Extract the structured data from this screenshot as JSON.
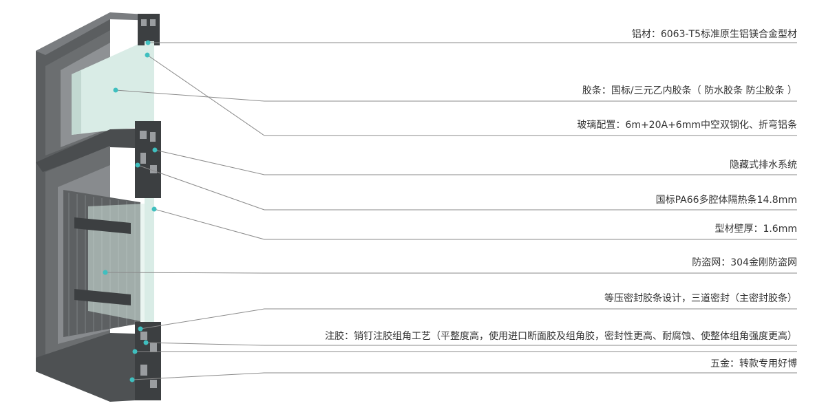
{
  "colors": {
    "frame": "#5b5e60",
    "frame_dark": "#3c3f41",
    "glass": "#d9ece6",
    "marker": "#3fbfbf",
    "line": "#8a8a8a",
    "text": "#333333"
  },
  "callouts": [
    {
      "text": "铝材：6063-T5标准原生铝镁合金型材"
    },
    {
      "text": "胶条：国标/三元乙内胶条（ 防水胶条  防尘胶条 ）"
    },
    {
      "text": "玻璃配置：6m+20A+6mm中空双钢化、折弯铝条"
    },
    {
      "text": "隐藏式排水系统"
    },
    {
      "text": "国标PA66多腔体隔热条14.8mm"
    },
    {
      "text": "型材壁厚：1.6mm"
    },
    {
      "text": "防盗网：304金刚防盗网"
    },
    {
      "text": "等压密封胶条设计，三道密封（主密封胶条）"
    },
    {
      "text": "注胶：销钉注胶组角工艺（平整度高，使用进口断面胶及组角胶，密封性更高、耐腐蚀、使整体组角强度更高）"
    },
    {
      "text": "五金：转款专用好博"
    }
  ]
}
